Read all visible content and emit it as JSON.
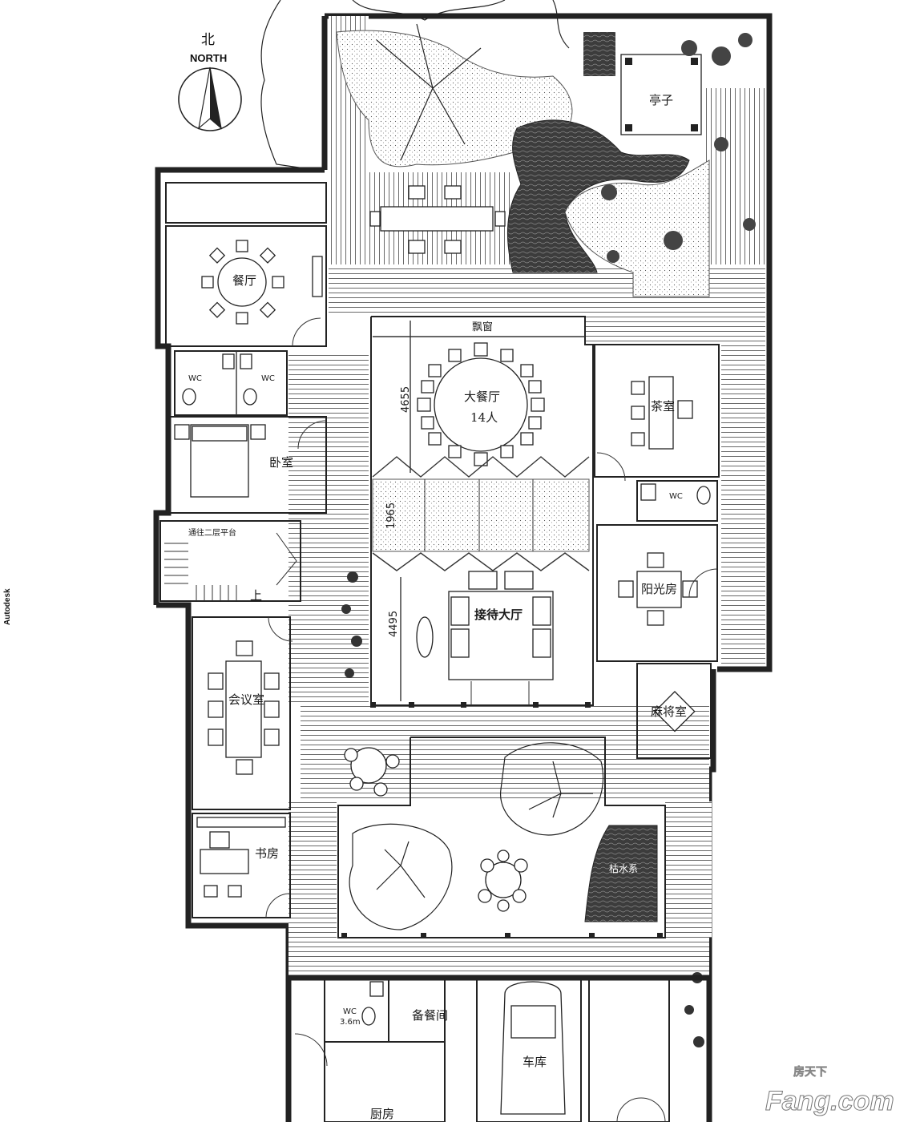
{
  "compass": {
    "cn": "北",
    "en": "NORTH"
  },
  "side_text": "Autodesk",
  "rooms": {
    "dining": "餐厅",
    "pavilion": "亭子",
    "bay_window": "飘窗",
    "big_dining": "大餐厅",
    "big_dining_capacity": "14人",
    "tea_room": "茶室",
    "wc": "WC",
    "bedroom": "卧室",
    "stair_note": "通往二层平台",
    "stair_up": "上",
    "sunroom": "阳光房",
    "reception": "接待大厅",
    "meeting": "会议室",
    "mahjong": "麻将室",
    "study": "书房",
    "wc_height": "3.6m",
    "pantry": "备餐间",
    "garage": "车库",
    "kitchen": "厨房",
    "landscape": "枯水系"
  },
  "dimensions": {
    "d1": "4655",
    "d2": "1965",
    "d3": "4495"
  },
  "watermark": {
    "cn": "房天下",
    "en": "Fang.com"
  }
}
